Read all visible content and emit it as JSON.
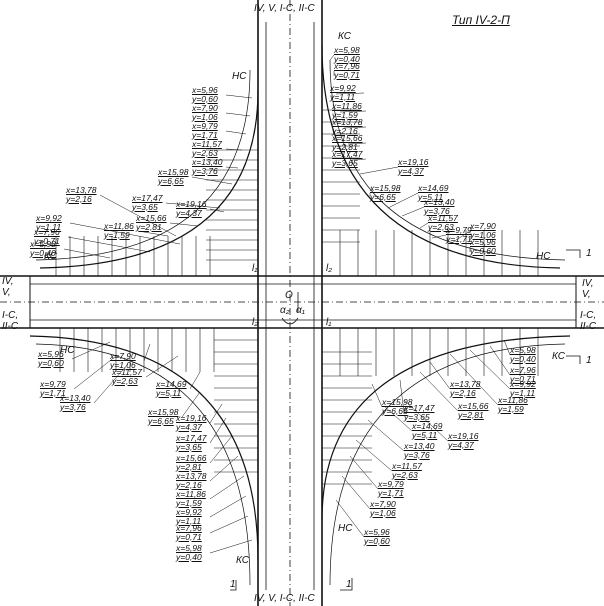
{
  "title": "Тип IV-2-П",
  "road_labels": {
    "top": "IV, V,   I-C, II-C",
    "bottom": "IV, V,   I-C, II-C",
    "left_upper": "IV,\nV,",
    "left_lower": "I-C,\nII-C",
    "right_upper": "IV,\nV,",
    "right_lower": "I-C,\nII-C"
  },
  "center": {
    "origin": "O",
    "angle_left": "α₂",
    "angle_right": "α₁"
  },
  "axis_marks": {
    "l1": "l₁",
    "l2": "l₂",
    "one": "1"
  },
  "curve_ends": {
    "start": "НС",
    "end": "КС"
  },
  "coordinates": [
    {
      "x": "5,96",
      "y": "0,60"
    },
    {
      "x": "7,90",
      "y": "1,06"
    },
    {
      "x": "9,79",
      "y": "1,71"
    },
    {
      "x": "11,57",
      "y": "2,63"
    },
    {
      "x": "13,40",
      "y": "3,76"
    },
    {
      "x": "15,98",
      "y": "6,65"
    },
    {
      "x": "17,47",
      "y": "3,65"
    },
    {
      "x": "19,16",
      "y": "4,37"
    },
    {
      "x": "15,66",
      "y": "2,81"
    },
    {
      "x": "14,69",
      "y": "5,11"
    },
    {
      "x": "13,78",
      "y": "2,16"
    },
    {
      "x": "11,86",
      "y": "1,59"
    },
    {
      "x": "9,92",
      "y": "1,11"
    },
    {
      "x": "7,96",
      "y": "0,71"
    },
    {
      "x": "5,98",
      "y": "0,40"
    }
  ]
}
